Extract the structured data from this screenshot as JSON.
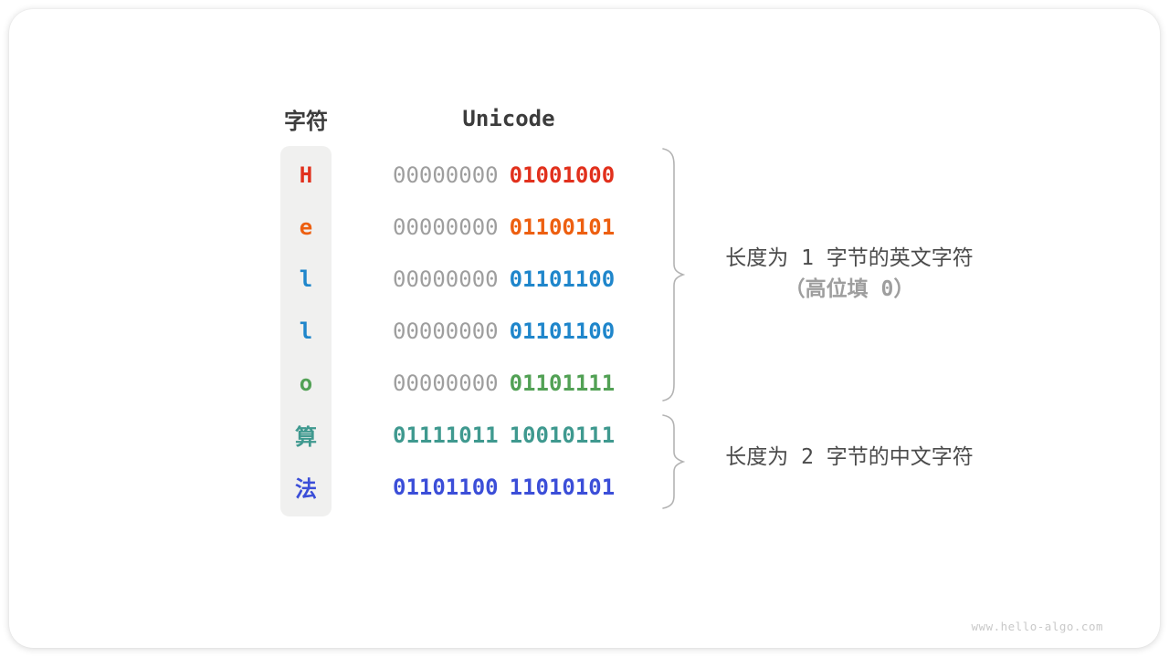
{
  "colors": {
    "card_bg": "#ffffff",
    "text_dark": "#3c3c3c",
    "muted_binary": "#9e9e9e",
    "annotation_dark": "#4b4b4b",
    "annotation_light": "#9e9e9e",
    "brace": "#b3b3b3",
    "char_column_bg": "#f0f0ef",
    "watermark": "#c9c9c9"
  },
  "table": {
    "headers": {
      "char": "字符",
      "unicode": "Unicode"
    },
    "rows": [
      {
        "char": "H",
        "color": "#e1301c",
        "bytes": [
          {
            "bits": "00000000",
            "muted": true
          },
          {
            "bits": "01001000",
            "muted": false
          }
        ]
      },
      {
        "char": "e",
        "color": "#ed5f10",
        "bytes": [
          {
            "bits": "00000000",
            "muted": true
          },
          {
            "bits": "01100101",
            "muted": false
          }
        ]
      },
      {
        "char": "l",
        "color": "#1f86cb",
        "bytes": [
          {
            "bits": "00000000",
            "muted": true
          },
          {
            "bits": "01101100",
            "muted": false
          }
        ]
      },
      {
        "char": "l",
        "color": "#1f86cb",
        "bytes": [
          {
            "bits": "00000000",
            "muted": true
          },
          {
            "bits": "01101100",
            "muted": false
          }
        ]
      },
      {
        "char": "o",
        "color": "#52a155",
        "bytes": [
          {
            "bits": "00000000",
            "muted": true
          },
          {
            "bits": "01101111",
            "muted": false
          }
        ]
      },
      {
        "char": "算",
        "color": "#3f998f",
        "bytes": [
          {
            "bits": "01111011",
            "muted": false
          },
          {
            "bits": "10010111",
            "muted": false
          }
        ]
      },
      {
        "char": "法",
        "color": "#3b4ed8",
        "bytes": [
          {
            "bits": "01101100",
            "muted": false
          },
          {
            "bits": "11010101",
            "muted": false
          }
        ]
      }
    ]
  },
  "annotations": {
    "english": {
      "line1": "长度为 1 字节的英文字符",
      "line2": "（高位填 0）"
    },
    "chinese": {
      "line1": "长度为 2 字节的中文字符"
    }
  },
  "watermark": "www.hello-algo.com"
}
